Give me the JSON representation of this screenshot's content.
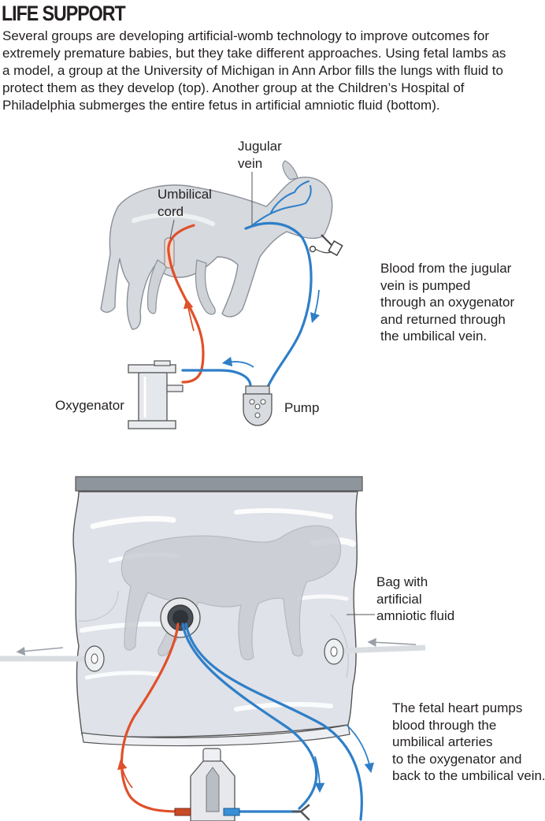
{
  "header": {
    "title": "LIFE SUPPORT",
    "intro_lines": [
      "Several groups are developing artificial-womb technology to improve outcomes for",
      "extremely premature babies, but they take different approaches. Using fetal lambs as",
      "a model, a group at the University of Michigan in Ann Arbor fills the lungs with fluid to",
      "protect them as they develop (top). Another group at the Children’s Hospital of",
      "Philadelphia submerges the entire fetus in artificial amniotic fluid (bottom)."
    ]
  },
  "top_diagram": {
    "labels": {
      "jugular_vein": [
        "Jugular",
        "vein"
      ],
      "umbilical_cord": [
        "Umbilical",
        "cord"
      ],
      "oxygenator": "Oxygenator",
      "pump": "Pump"
    },
    "caption_lines": [
      "Blood from the jugular",
      "vein is pumped",
      "through an oxygenator",
      "and returned through",
      "the umbilical vein."
    ]
  },
  "bottom_diagram": {
    "labels": {
      "bag": [
        "Bag with",
        "artificial",
        "amniotic fluid"
      ]
    },
    "caption_lines": [
      "The fetal heart pumps",
      "blood through the",
      "umbilical arteries",
      "to the oxygenator and",
      "back to the umbilical vein."
    ]
  },
  "colors": {
    "oxygenated_blood": "#e0502a",
    "deoxygenated_blood": "#2f7fc8",
    "lamb_fill": "#d6d9de",
    "bag_fill": "#dfe2e8",
    "text": "#231f20"
  },
  "icons": [
    "lamb-illustration",
    "oxygenator-icon",
    "pump-icon",
    "bag-icon",
    "flow-arrow-icon"
  ]
}
